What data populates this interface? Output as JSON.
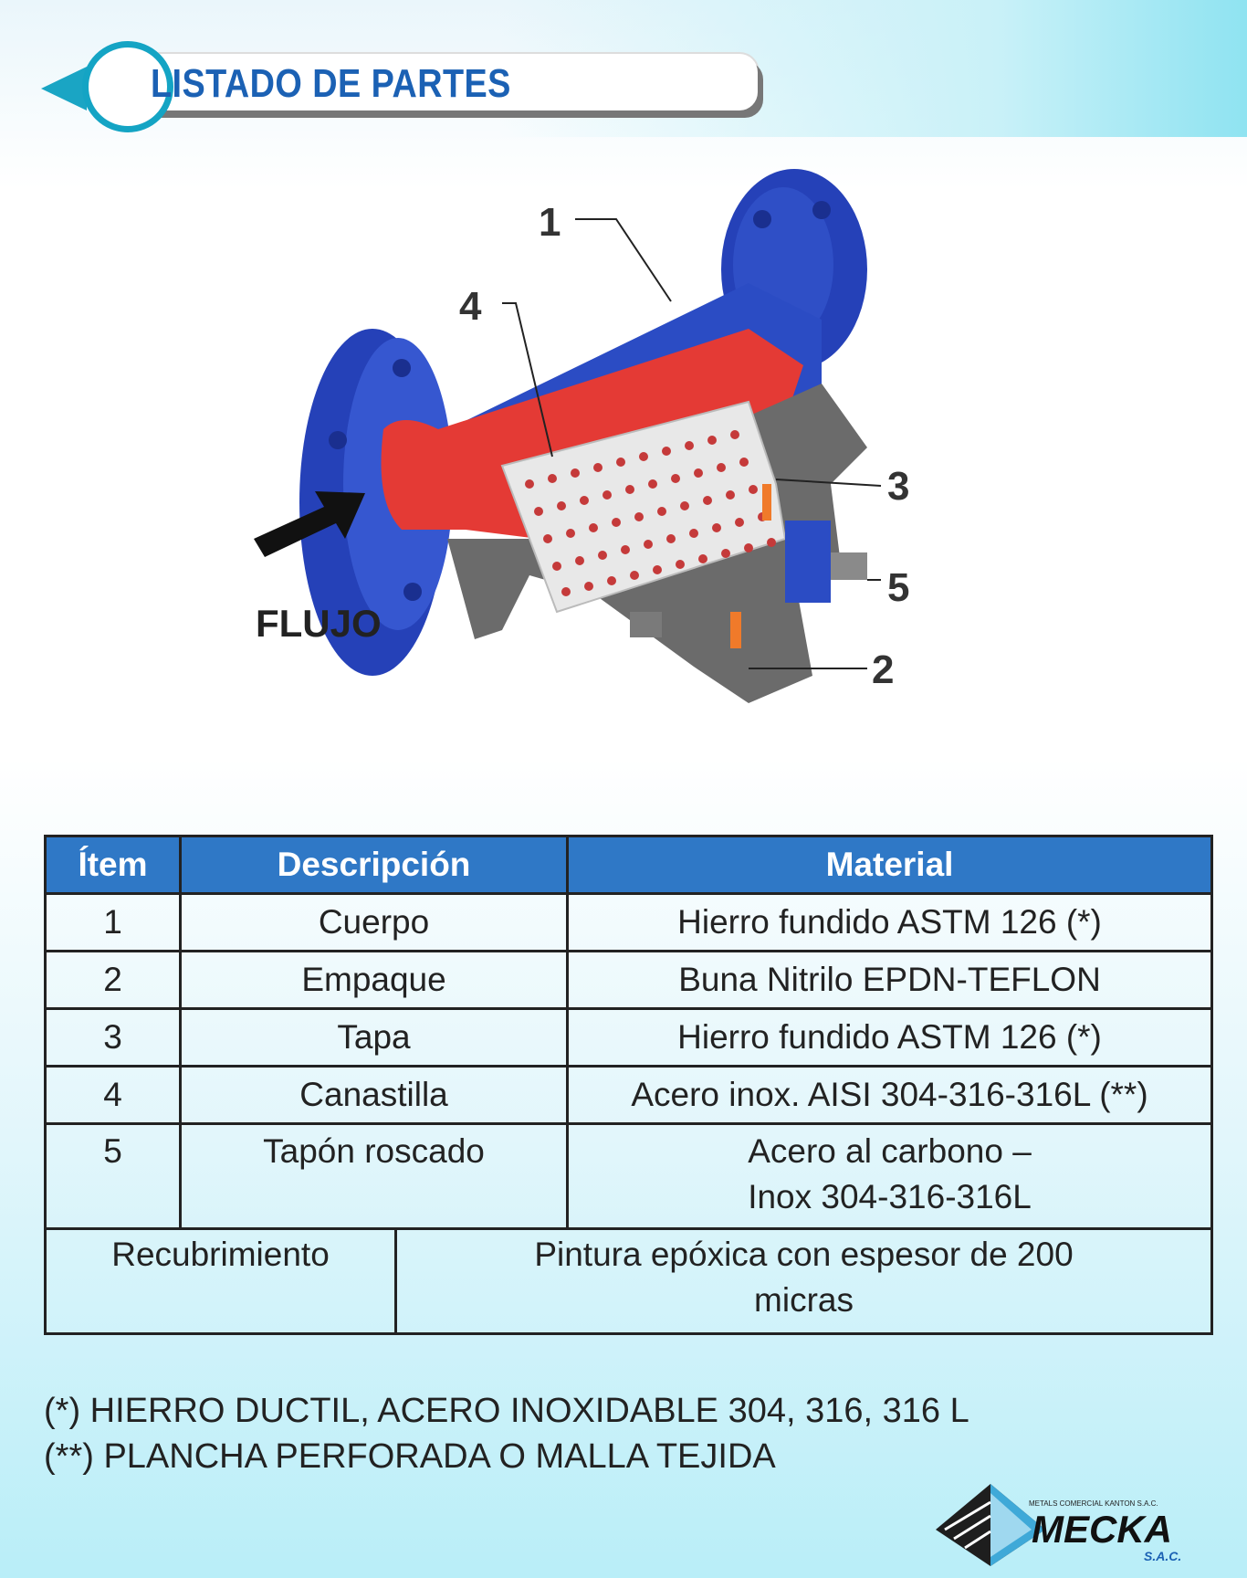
{
  "header": {
    "title": "LISTADO DE PARTES"
  },
  "diagram": {
    "callouts": [
      "1",
      "2",
      "3",
      "4",
      "5"
    ],
    "flow_label": "FLUJO"
  },
  "table": {
    "headers": [
      "Ítem",
      "Descripción",
      "Material"
    ],
    "rows": [
      {
        "item": "1",
        "description": "Cuerpo",
        "material": "Hierro fundido ASTM 126 (*)"
      },
      {
        "item": "2",
        "description": "Empaque",
        "material": "Buna Nitrilo  EPDN-TEFLON"
      },
      {
        "item": "3",
        "description": "Tapa",
        "material": "Hierro fundido  ASTM 126 (*)"
      },
      {
        "item": "4",
        "description": "Canastilla",
        "material": "Acero inox. AISI 304-316-316L (**)"
      },
      {
        "item": "5",
        "description": "Tapón roscado",
        "material_line1": "Acero al carbono –",
        "material_line2": "Inox 304-316-316L"
      }
    ],
    "coating": {
      "label": "Recubrimiento",
      "value_line1": "Pintura epóxica con espesor  de 200",
      "value_line2": "micras"
    }
  },
  "notes": [
    "(*) HIERRO DUCTIL, ACERO INOXIDABLE 304, 316, 316 L",
    "(**) PLANCHA PERFORADA O MALLA TEJIDA"
  ],
  "logo": {
    "company_small": "METALS COMERCIAL KANTON S.A.C.",
    "name": "MECKA",
    "suffix": "S.A.C."
  },
  "colors": {
    "header_text": "#1b61b4",
    "table_header_bg": "#2f78c6",
    "valve_body": "#2541b8",
    "valve_interior": "#e43a35",
    "valve_section": "#6b6b6b"
  }
}
